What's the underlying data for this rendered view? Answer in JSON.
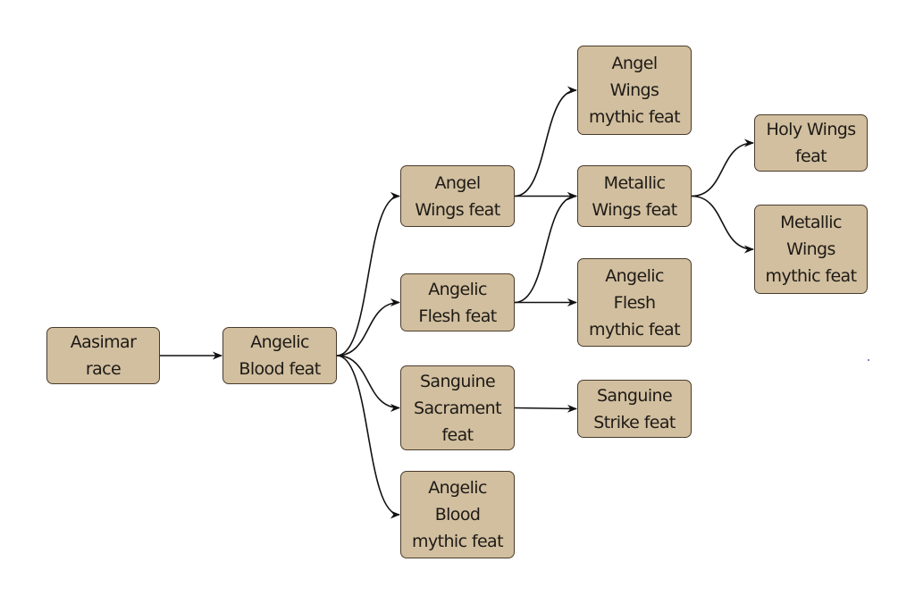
{
  "diagram": {
    "type": "tree",
    "colors": {
      "node_fill": "#d1bf9f",
      "node_border": "#4a3b2c",
      "edge": "#111111",
      "text": "#1e1a16"
    },
    "nodes": {
      "aasimar_race": {
        "lines": [
          "Aasimar",
          "race"
        ]
      },
      "angelic_blood_feat": {
        "lines": [
          "Angelic",
          "Blood feat"
        ]
      },
      "angel_wings_feat": {
        "lines": [
          "Angel",
          "Wings feat"
        ]
      },
      "angelic_flesh_feat": {
        "lines": [
          "Angelic",
          "Flesh feat"
        ]
      },
      "sanguine_sacrament_feat": {
        "lines": [
          "Sanguine",
          "Sacrament",
          "feat"
        ]
      },
      "angelic_blood_mythic_feat": {
        "lines": [
          "Angelic",
          "Blood",
          "mythic feat"
        ]
      },
      "angel_wings_mythic_feat": {
        "lines": [
          "Angel",
          "Wings",
          "mythic feat"
        ]
      },
      "metallic_wings_feat": {
        "lines": [
          "Metallic",
          "Wings feat"
        ]
      },
      "angelic_flesh_mythic_feat": {
        "lines": [
          "Angelic",
          "Flesh",
          "mythic feat"
        ]
      },
      "sanguine_strike_feat": {
        "lines": [
          "Sanguine",
          "Strike feat"
        ]
      },
      "holy_wings_feat": {
        "lines": [
          "Holy Wings",
          "feat"
        ]
      },
      "metallic_wings_mythic_feat": {
        "lines": [
          "Metallic",
          "Wings",
          "mythic feat"
        ]
      }
    },
    "edges": [
      {
        "from": "aasimar_race",
        "to": "angelic_blood_feat"
      },
      {
        "from": "angelic_blood_feat",
        "to": "angel_wings_feat"
      },
      {
        "from": "angelic_blood_feat",
        "to": "angelic_flesh_feat"
      },
      {
        "from": "angelic_blood_feat",
        "to": "sanguine_sacrament_feat"
      },
      {
        "from": "angelic_blood_feat",
        "to": "angelic_blood_mythic_feat"
      },
      {
        "from": "angel_wings_feat",
        "to": "angel_wings_mythic_feat"
      },
      {
        "from": "angel_wings_feat",
        "to": "metallic_wings_feat"
      },
      {
        "from": "angelic_flesh_feat",
        "to": "metallic_wings_feat"
      },
      {
        "from": "angelic_flesh_feat",
        "to": "angelic_flesh_mythic_feat"
      },
      {
        "from": "sanguine_sacrament_feat",
        "to": "sanguine_strike_feat"
      },
      {
        "from": "metallic_wings_feat",
        "to": "holy_wings_feat"
      },
      {
        "from": "metallic_wings_feat",
        "to": "metallic_wings_mythic_feat"
      }
    ]
  }
}
